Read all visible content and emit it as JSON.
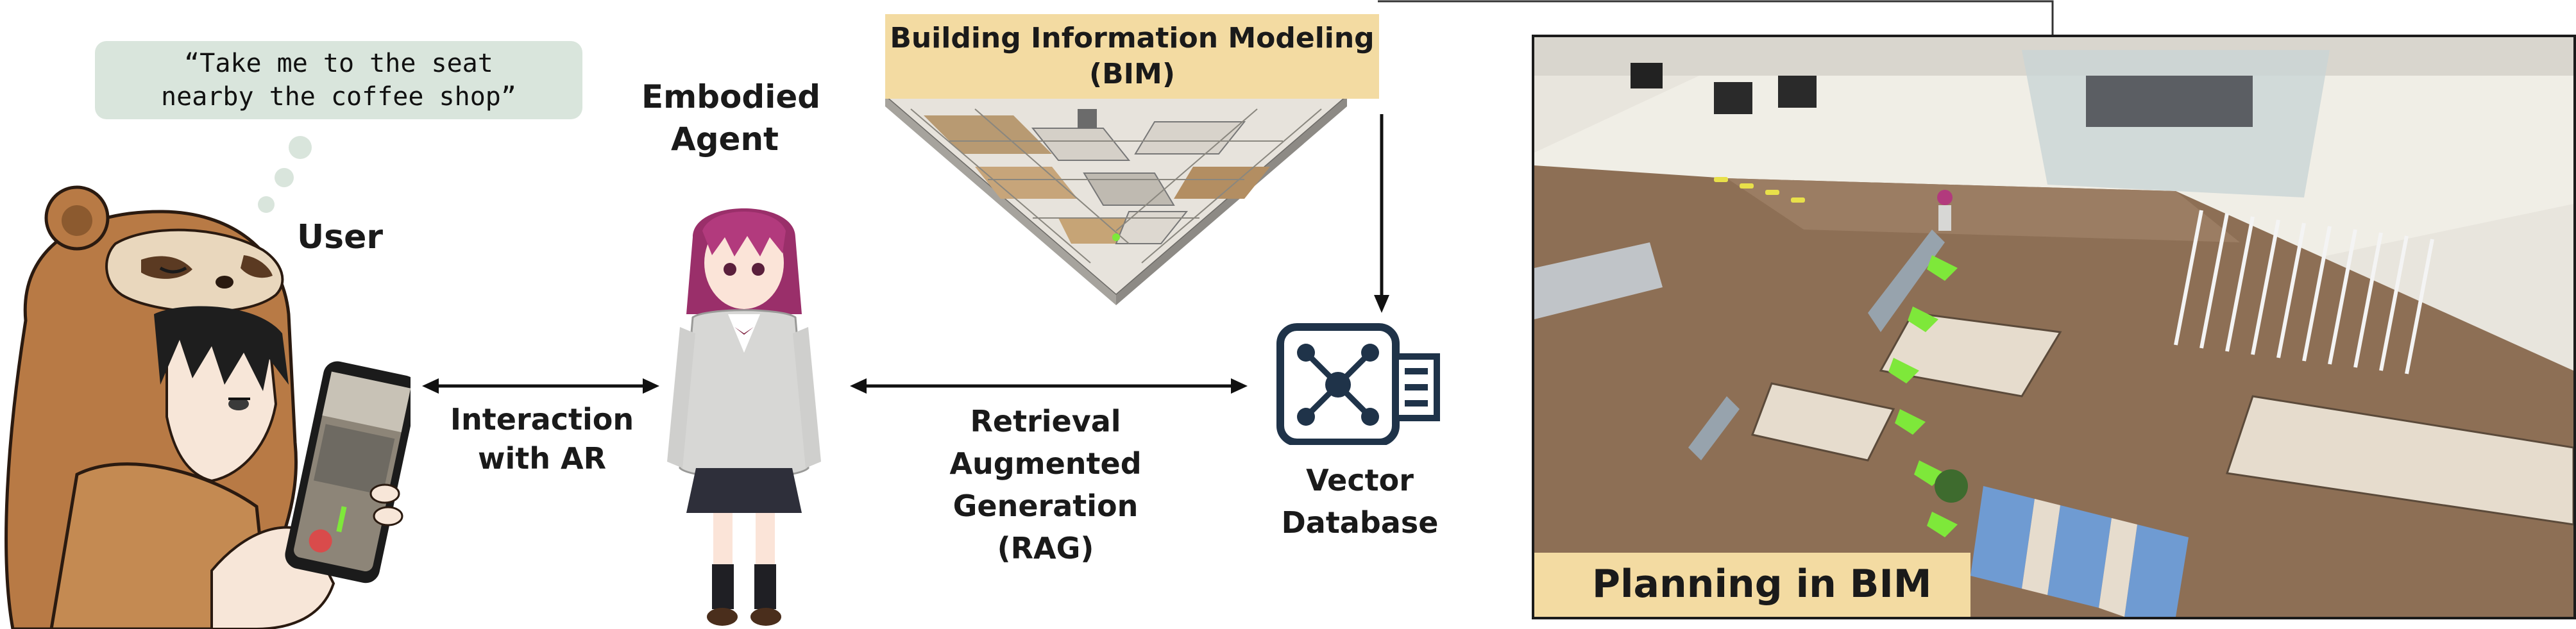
{
  "speech": {
    "line1": "“Take me to the seat",
    "line2": "nearby the coffee shop”"
  },
  "user_label": "User",
  "agent_label": {
    "line1": "Embodied",
    "line2": "Agent"
  },
  "bim_title": {
    "line1": "Building Information Modeling",
    "line2": "(BIM)"
  },
  "interaction_label": {
    "line1": "Interaction",
    "line2": "with AR"
  },
  "rag_label": {
    "line1": "Retrieval",
    "line2": "Augmented",
    "line3": "Generation",
    "line4": "(RAG)"
  },
  "vector_db_label": {
    "line1": "Vector",
    "line2": "Database"
  },
  "plan_caption": "Planning in BIM",
  "icons": {
    "user": "hooded-user-with-phone",
    "agent": "anime-girl-avatar",
    "bim": "isometric-building-model",
    "vector_db": "network-database-icon",
    "plan": "3d-floor-plan-render"
  },
  "colors": {
    "speech_bg": "#d9e5dc",
    "highlight": "#f3dba2",
    "path_green": "#7ee83a",
    "icon_navy": "#1f3349"
  }
}
